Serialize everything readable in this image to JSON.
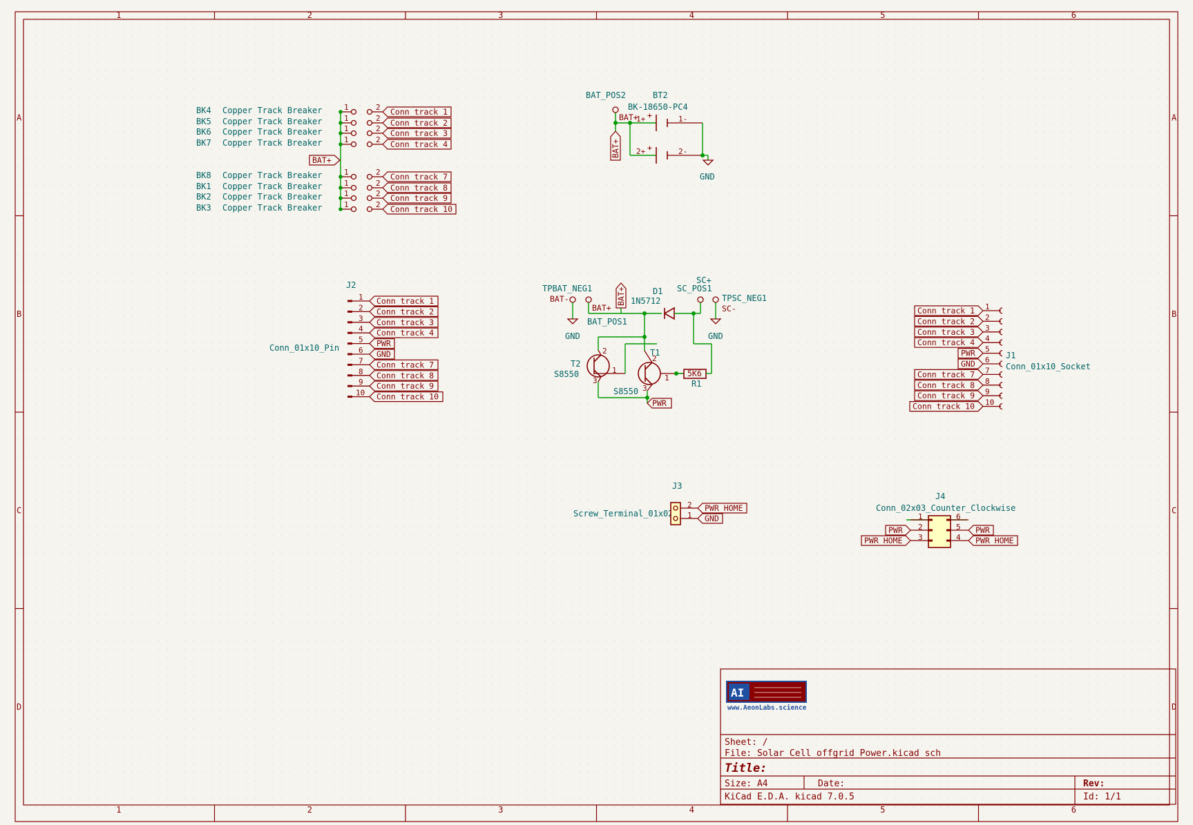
{
  "frame": {
    "columns": [
      "1",
      "2",
      "3",
      "4",
      "5",
      "6"
    ],
    "rows": [
      "A",
      "B",
      "C",
      "D"
    ]
  },
  "breakers": [
    {
      "ref": "BK4",
      "value": "Copper Track Breaker",
      "net": "Conn_track_1"
    },
    {
      "ref": "BK5",
      "value": "Copper Track Breaker",
      "net": "Conn_track_2"
    },
    {
      "ref": "BK6",
      "value": "Copper Track Breaker",
      "net": "Conn_track_3"
    },
    {
      "ref": "BK7",
      "value": "Copper Track Breaker",
      "net": "Conn_track_4"
    },
    {
      "ref": "BK8",
      "value": "Copper Track Breaker",
      "net": "Conn_track_7"
    },
    {
      "ref": "BK1",
      "value": "Copper Track Breaker",
      "net": "Conn_track_8"
    },
    {
      "ref": "BK2",
      "value": "Copper Track Breaker",
      "net": "Conn_track_9"
    },
    {
      "ref": "BK3",
      "value": "Copper Track Breaker",
      "net": "Conn_track_10"
    }
  ],
  "breaker_bus_label": "BAT+",
  "pin_numbers": {
    "one": "1",
    "two": "2"
  },
  "battery": {
    "testpoint": "BAT_POS2",
    "ref": "BT2",
    "value": "BK-18650-PC4",
    "net_top": "BAT+",
    "net_vertical": "BAT+",
    "pins": [
      "1+",
      "2+",
      "1-",
      "2-"
    ],
    "plus": "+",
    "gnd": "GND"
  },
  "j2": {
    "ref": "J2",
    "value": "Conn_01x10_Pin",
    "pins": [
      {
        "num": "1",
        "net": "Conn_track_1"
      },
      {
        "num": "2",
        "net": "Conn_track_2"
      },
      {
        "num": "3",
        "net": "Conn_track_3"
      },
      {
        "num": "4",
        "net": "Conn_track_4"
      },
      {
        "num": "5",
        "net": "PWR"
      },
      {
        "num": "6",
        "net": "GND"
      },
      {
        "num": "7",
        "net": "Conn_track_7"
      },
      {
        "num": "8",
        "net": "Conn_track_8"
      },
      {
        "num": "9",
        "net": "Conn_track_9"
      },
      {
        "num": "10",
        "net": "Conn_track_10"
      }
    ]
  },
  "j1": {
    "ref": "J1",
    "value": "Conn_01x10_Socket",
    "pins": [
      {
        "num": "1",
        "net": "Conn_track_1"
      },
      {
        "num": "2",
        "net": "Conn_track_2"
      },
      {
        "num": "3",
        "net": "Conn_track_3"
      },
      {
        "num": "4",
        "net": "Conn_track_4"
      },
      {
        "num": "5",
        "net": "PWR"
      },
      {
        "num": "6",
        "net": "GND"
      },
      {
        "num": "7",
        "net": "Conn_track_7"
      },
      {
        "num": "8",
        "net": "Conn_track_8"
      },
      {
        "num": "9",
        "net": "Conn_track_9"
      },
      {
        "num": "10",
        "net": "Conn_track_10"
      }
    ]
  },
  "power_circuit": {
    "tpbat_neg_ref": "TPBAT_NEG1",
    "tpbat_neg_net": "BAT-",
    "bat_pos_ref": "BAT_POS1",
    "bat_pos_net": "BAT+",
    "bat_label": "BAT+",
    "d1_ref": "D1",
    "d1_value": "1N5712",
    "sc_pos_net": "SC+",
    "sc_pos_ref": "SC_POS1",
    "tpsc_neg_ref": "TPSC_NEG1",
    "tpsc_neg_net": "SC-",
    "gnd_left": "GND",
    "gnd_right": "GND",
    "t2_ref": "T2",
    "t2_value": "S8550",
    "t1_ref": "T1",
    "t1_value": "S8550",
    "r1_ref": "R1",
    "r1_value": "5K6",
    "pwr_label": "PWR",
    "t_pins": {
      "one": "1",
      "two": "2",
      "three": "3"
    }
  },
  "j3": {
    "ref": "J3",
    "value": "Screw_Terminal_01x02",
    "pins": [
      {
        "num": "2",
        "net": "PWR_HOME"
      },
      {
        "num": "1",
        "net": "GND"
      }
    ]
  },
  "j4": {
    "ref": "J4",
    "value": "Conn_02x03_Counter_Clockwise",
    "pins": [
      {
        "num": "1",
        "net": ""
      },
      {
        "num": "6",
        "net": ""
      },
      {
        "num": "2",
        "net": "PWR"
      },
      {
        "num": "5",
        "net": "PWR"
      },
      {
        "num": "3",
        "net": "PWR_HOME"
      },
      {
        "num": "4",
        "net": "PWR_HOME"
      }
    ]
  },
  "title_block": {
    "logo_url": "www.AeonLabs.science",
    "sheet": "Sheet: /",
    "file": "File: Solar Cell offgrid Power.kicad_sch",
    "title": "Title:",
    "size": "Size: A4",
    "date": "Date:",
    "rev": "Rev:",
    "tool": "KiCad E.D.A.  kicad 7.0.5",
    "id": "Id: 1/1"
  },
  "colors": {
    "frame": "#840000",
    "wire": "#009900",
    "text_ref": "#006464",
    "body_fill": "#ffffc2",
    "background": "#f5f4ef"
  }
}
